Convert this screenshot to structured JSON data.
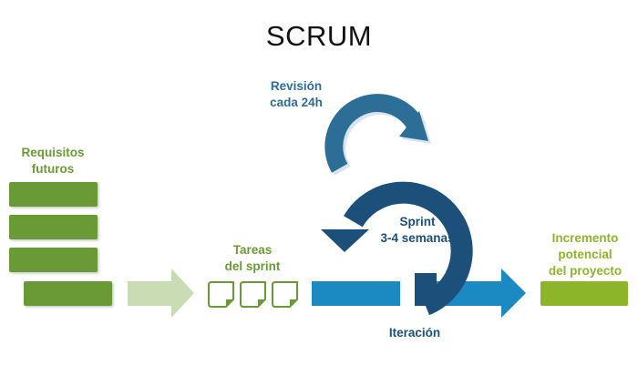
{
  "title": "SCRUM",
  "labels": {
    "revision_line1": "Revisión",
    "revision_line2": "cada 24h",
    "requisitos_line1": "Requisitos",
    "requisitos_line2": "futuros",
    "tareas_line1": "Tareas",
    "tareas_line2": "del sprint",
    "sprint_line1": "Sprint",
    "sprint_line2": "3-4 semanas",
    "incremento_line1": "Incremento",
    "incremento_line2": "potencial",
    "incremento_line3": "del proyecto",
    "iteracion": "Iteración"
  },
  "colors": {
    "backlog_green": "#6a9a35",
    "light_arrow": "#c9dcb4",
    "daily_blue": "#2d6e96",
    "sprint_navy": "#1c4f79",
    "iteration_blue": "#1b8ac3",
    "increment_lime": "#8db52a"
  },
  "icons": [
    "task-card-icon",
    "task-card-icon",
    "task-card-icon"
  ]
}
